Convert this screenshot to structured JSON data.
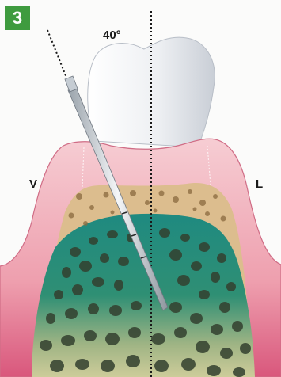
{
  "figure": {
    "badge": "3",
    "angle_label": "40°",
    "side_left_label": "V",
    "side_right_label": "L"
  },
  "colors": {
    "badge": "#3f9b3f",
    "gingiva": "#f0b6bf",
    "tooth": "#f2f3f5",
    "bone_outer": "#d9b98a",
    "bone_inner": "#1f857a",
    "bone_deep": "#b9c29a",
    "trabecula": "#3a3a2e"
  }
}
